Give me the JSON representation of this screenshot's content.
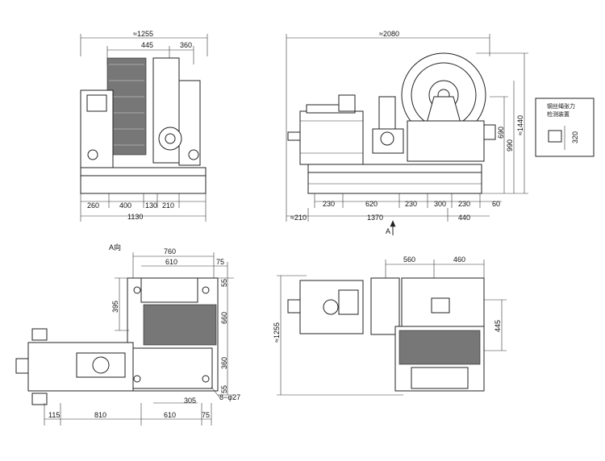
{
  "views": {
    "front": {
      "top_dims": {
        "overall": "≈1255",
        "drum": "445",
        "sheave": "360"
      },
      "bottom_dims": {
        "d1": "260",
        "d2": "400",
        "d3": "130",
        "d4": "210",
        "overall": "1130"
      }
    },
    "side": {
      "top_dims": {
        "overall": "≈2080"
      },
      "right_dims": {
        "h_total": "≈1440",
        "h_sheave": "990",
        "h_motor": "690"
      },
      "bottom_row1": {
        "d1": "230",
        "d2": "620",
        "d3": "230",
        "d4": "300",
        "d5": "230",
        "d6": "60"
      },
      "bottom_row2": {
        "left": "≈210",
        "mid": "1370",
        "right": "440"
      },
      "view_arrow_label": "A",
      "detail_box": {
        "line1": "钢丝绳张力",
        "line2": "检测装置",
        "dim": "320"
      }
    },
    "view_a": {
      "title": "A向",
      "top_dims": {
        "d1": "760",
        "d2": "610",
        "d3": "75"
      },
      "side_dims": {
        "d1": "55",
        "d2": "395",
        "d3": "660",
        "d4": "360",
        "d5": "55"
      },
      "bottom_dims": {
        "d1": "115",
        "d2": "810",
        "d3": "610",
        "d4": "75",
        "d5": "305"
      },
      "hole_note": "8−φ27"
    },
    "plan": {
      "top_dims": {
        "d1": "560",
        "d2": "460"
      },
      "left_dim": "≈1255",
      "right_dim": "445"
    }
  },
  "colors": {
    "line": "#222222",
    "drum": "#777777"
  }
}
